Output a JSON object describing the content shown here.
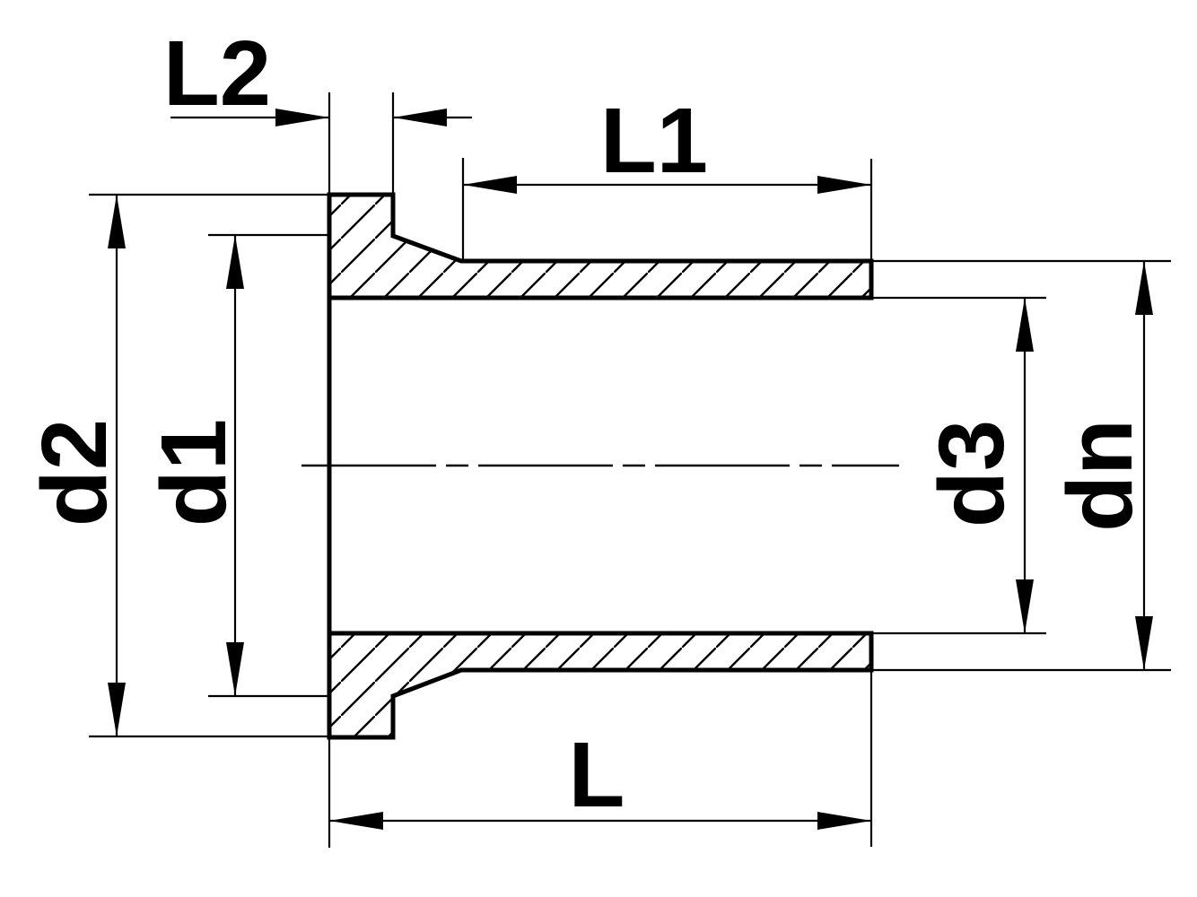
{
  "drawing": {
    "type": "technical-cross-section",
    "labels": {
      "l2": "L2",
      "l1": "L1",
      "l": "L",
      "d2": "d2",
      "d1": "d1",
      "d3": "d3",
      "dn": "dn"
    },
    "colors": {
      "line": "#000000",
      "background": "#ffffff"
    }
  }
}
